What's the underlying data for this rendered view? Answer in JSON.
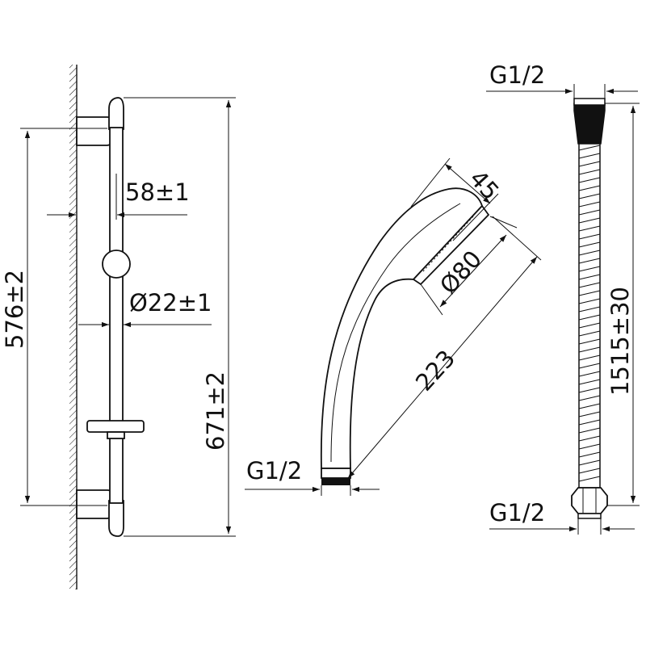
{
  "rail_bar": {
    "height_label": "671±2",
    "bracket_spacing_label": "576±2",
    "wall_offset_label": "58±1",
    "rail_diameter_label": "Ø22±1"
  },
  "hand_shower": {
    "head_depth_label": "45",
    "head_diameter_label": "Ø80",
    "length_label": "223",
    "thread_label": "G1/2"
  },
  "hose": {
    "top_thread_label": "G1/2",
    "length_label": "1515±30",
    "bottom_thread_label": "G1/2"
  },
  "colors": {
    "line": "#111111",
    "background": "#ffffff"
  }
}
